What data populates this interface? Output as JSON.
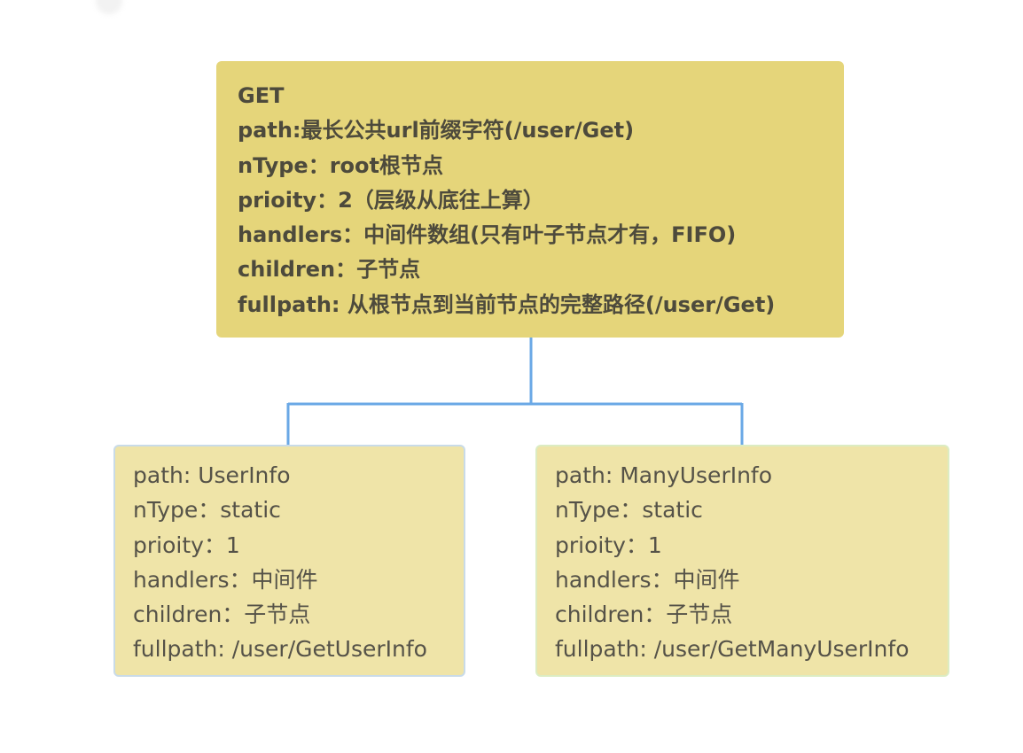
{
  "root": {
    "lines": [
      "GET",
      "path:最长公共url前缀字符(/user/Get)",
      "nType：root根节点",
      "prioity：2（层级从底往上算）",
      "handlers：中间件数组(只有叶子节点才有，FIFO)",
      "children：子节点",
      "fullpath: 从根节点到当前节点的完整路径(/user/Get)"
    ]
  },
  "children": [
    {
      "lines": [
        "path: UserInfo",
        "nType：static",
        "prioity：1",
        "handlers：中间件",
        "children：子节点",
        "fullpath: /user/GetUserInfo"
      ]
    },
    {
      "lines": [
        "path: ManyUserInfo",
        "nType：static",
        "prioity：1",
        "handlers：中间件",
        "children：子节点",
        "fullpath: /user/GetManyUserInfo"
      ]
    }
  ],
  "colors": {
    "root_fill": "#e5d57a",
    "child_fill": "#efe4a8",
    "connector": "#6aa8e6"
  }
}
